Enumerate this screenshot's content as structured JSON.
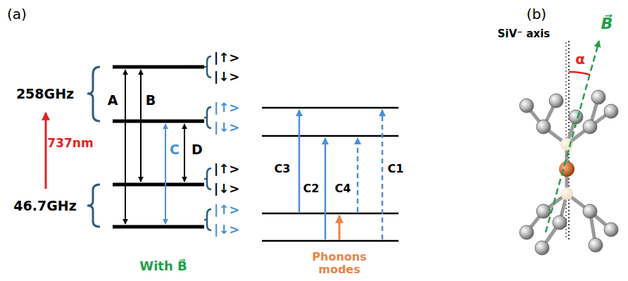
{
  "diagram": {
    "labels": [
      "(a)",
      "(b)",
      "258GHz",
      "737nm",
      "46.7GHz",
      "A",
      "B",
      "C",
      "D",
      "With B⃗",
      "|↑>",
      "|↓>",
      "|↑>",
      "|↓>",
      "|↑>",
      "|↓>",
      "|↑>",
      "|↓>",
      "C3",
      "C2",
      "C4",
      "C1",
      "Phonons modes",
      "SiV⁻ axis",
      "B⃗",
      "α"
    ]
  }
}
